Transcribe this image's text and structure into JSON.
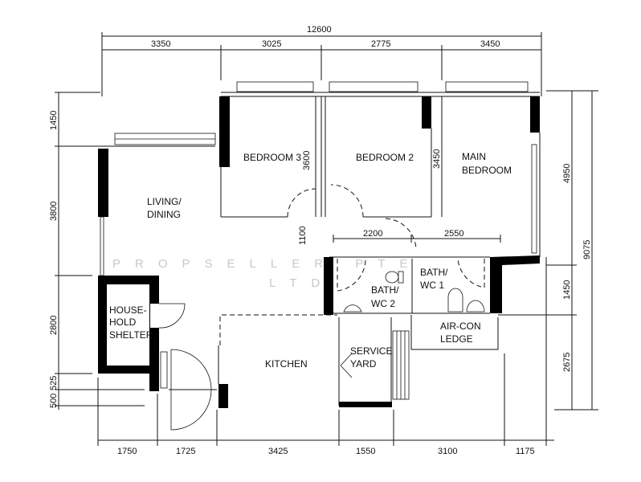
{
  "plan": {
    "overall_width": "12600",
    "top_dims": [
      "3350",
      "3025",
      "2775",
      "3450"
    ],
    "bottom_dims": [
      "1750",
      "1725",
      "3425",
      "1550",
      "3100",
      "1175"
    ],
    "left_dims": [
      "1450",
      "3800",
      "2800",
      "525",
      "500"
    ],
    "right_dims": [
      "4950",
      "1450",
      "2675"
    ],
    "overall_depth": "9075",
    "inner_dims": {
      "bedroom3_depth": "3600",
      "bedroom2_depth": "3450",
      "corridor": "1100",
      "bath2_width": "2200",
      "bath1_width": "2550"
    },
    "rooms": {
      "bedroom3": "BEDROOM 3",
      "bedroom2": "BEDROOM 2",
      "main_bedroom_1": "MAIN",
      "main_bedroom_2": "BEDROOM",
      "living_1": "LIVING/",
      "living_2": "DINING",
      "shelter_1": "HOUSE-",
      "shelter_2": "HOLD",
      "shelter_3": "SHELTER",
      "kitchen": "KITCHEN",
      "service_1": "SERVICE",
      "service_2": "YARD",
      "bath2_1": "BATH/",
      "bath2_2": "WC 2",
      "bath1_1": "BATH/",
      "bath1_2": "WC 1",
      "aircon_1": "AIR-CON",
      "aircon_2": "LEDGE"
    },
    "watermark_1": "PROPSELLER PTE",
    "watermark_2": "LTD"
  }
}
